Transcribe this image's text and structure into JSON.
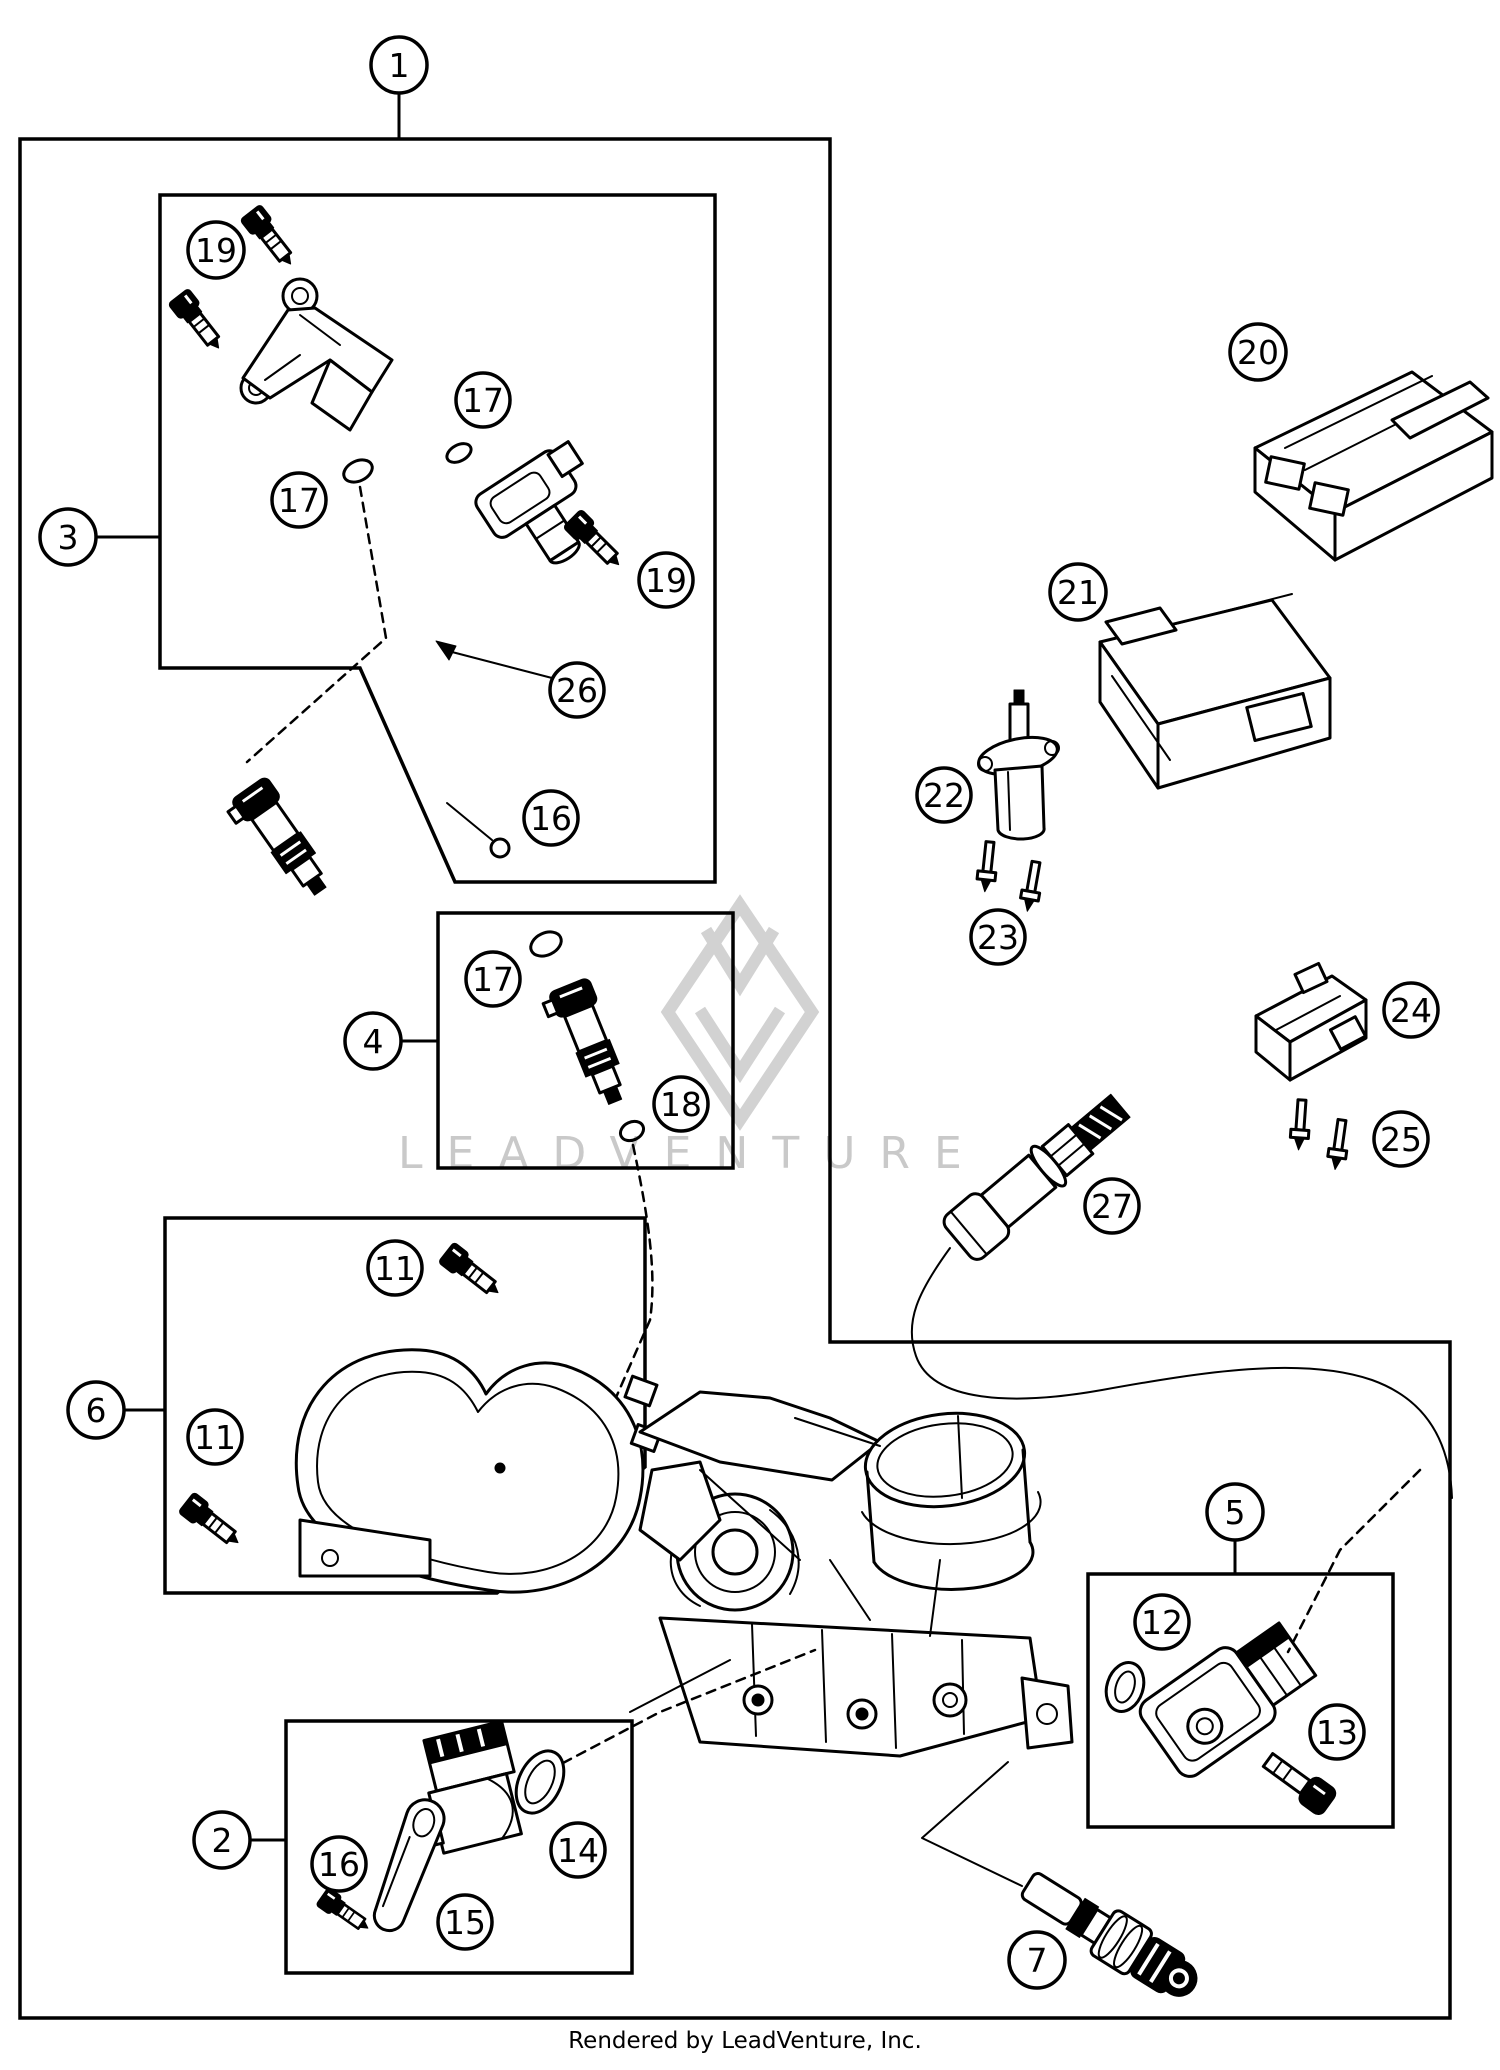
{
  "page": {
    "background": "#ffffff",
    "line_color": "#000000",
    "watermark_color": "#c9c9c9"
  },
  "footer": {
    "text": "Rendered by LeadVenture, Inc."
  },
  "watermark": {
    "text": "LEADVENTURE"
  },
  "callouts": {
    "c1": "1",
    "c3": "3",
    "c19a": "19",
    "c17a": "17",
    "c17b": "17",
    "c19b": "19",
    "c26": "26",
    "c16a": "16",
    "c4": "4",
    "c17c": "17",
    "c18": "18",
    "c6": "6",
    "c11a": "11",
    "c11b": "11",
    "c2": "2",
    "c16b": "16",
    "c15": "15",
    "c14": "14",
    "c5": "5",
    "c12": "12",
    "c13": "13",
    "c7": "7",
    "c20": "20",
    "c21": "21",
    "c22": "22",
    "c23": "23",
    "c24": "24",
    "c25": "25",
    "c27": "27"
  }
}
